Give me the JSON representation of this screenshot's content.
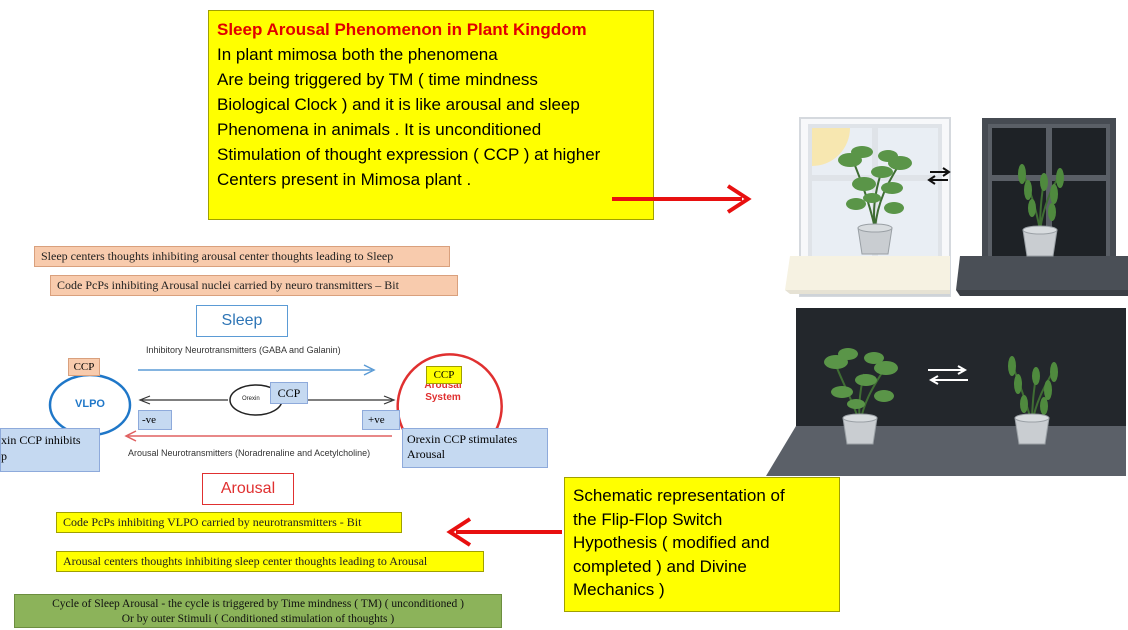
{
  "title_box": {
    "title": "Sleep Arousal Phenomenon in Plant  Kingdom",
    "lines": [
      "In plant mimosa  both the phenomena",
      "Are being triggered by  TM ( time mindness",
      "Biological Clock ) and  it is  like  arousal and sleep",
      "Phenomena in  animals .  It is unconditioned",
      "Stimulation of thought expression ( CCP )  at higher",
      "Centers  present in  Mimosa plant ."
    ]
  },
  "notes": {
    "sleep_centers": "Sleep centers  thoughts inhibiting arousal center thoughts  leading to Sleep",
    "code_arousal": "Code PcPs  inhibiting Arousal nuclei  carried by neuro transmitters – Bit",
    "code_vlpo": "Code PcPs  inhibiting VLPO carried by neurotransmitters - Bit",
    "arousal_centers": "Arousal centers  thoughts inhibiting  sleep center thoughts  leading to Arousal",
    "cycle_line1": "Cycle of Sleep Arousal  - the cycle is triggered by Time mindness ( TM) ( unconditioned )",
    "cycle_line2": "Or by outer Stimuli ( Conditioned stimulation of thoughts )"
  },
  "diagram": {
    "sleep_label": "Sleep",
    "arousal_label": "Arousal",
    "inhibitory_text": "Inhibitory Neurotransmitters (GABA and Galanin)",
    "arousal_nt_text": "Arousal Neurotransmitters (Noradrenaline and Acetylcholine)",
    "vlpo": "VLPO",
    "orexin": "Orexin",
    "ccp": "CCP",
    "arousal_system_1": "Arousal",
    "arousal_system_2": "System",
    "neg": "-ve",
    "pos": "+ve",
    "orexin_inhibits_1": "xin  CCP inhibits",
    "orexin_inhibits_2": "p",
    "orexin_stimulates_1": "Orexin  CCP stimulates",
    "orexin_stimulates_2": "Arousal"
  },
  "schematic_box": {
    "lines": [
      "Schematic representation of",
      "the Flip-Flop Switch",
      "Hypothesis  ( modified and",
      "completed ) and Divine",
      "Mechanics )"
    ]
  },
  "colors": {
    "arrow_red": "#e81010",
    "box_yellow": "#ffff00",
    "vlpo_blue": "#1f77c8",
    "arousal_red": "#e03030"
  }
}
